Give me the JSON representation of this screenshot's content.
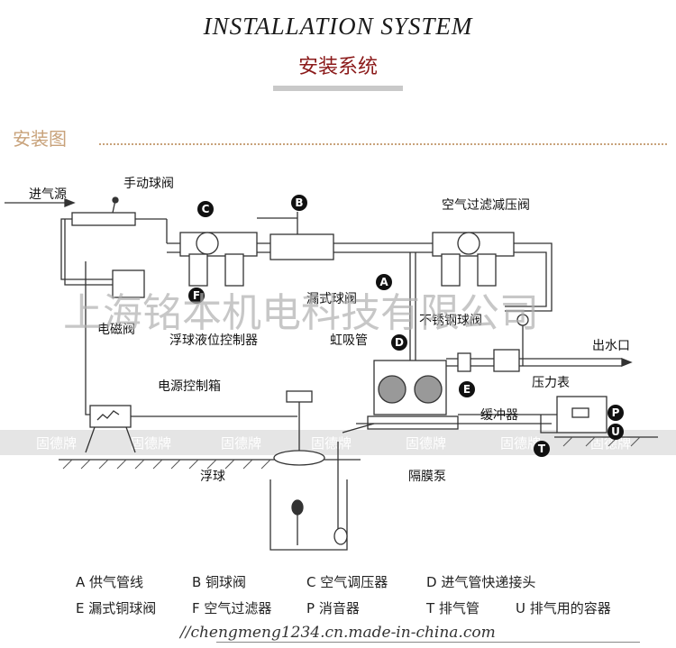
{
  "header": {
    "title_en": "INSTALLATION SYSTEM",
    "title_cn": "安装系统"
  },
  "section": {
    "title": "安装图"
  },
  "diagram": {
    "labels": {
      "inlet": "进气源",
      "manual_valve": "手动球阀",
      "air_filter_regulator": "空气过滤减压阀",
      "leak_valve": "漏式球阀",
      "solenoid_valve": "电磁阀",
      "stainless_valve": "不锈钢球阀",
      "float_controller": "浮球液位控制器",
      "siphon": "虹吸管",
      "outlet": "出水口",
      "power_box": "电源控制箱",
      "pressure_gauge": "压力表",
      "damper": "缓冲器",
      "float_ball": "浮球",
      "pump": "隔膜泵"
    },
    "markers": {
      "A": "A",
      "B": "B",
      "C": "C",
      "D": "D",
      "E": "E",
      "F": "F",
      "P": "P",
      "U": "U",
      "T": "T"
    },
    "watermark_company": "上海铭本机电科技有限公司",
    "watermark_band": [
      "固德牌",
      "固德牌",
      "固德牌",
      "固德牌",
      "固德牌",
      "固德牌",
      "固德牌"
    ]
  },
  "legend": {
    "row1": [
      "A  供气管线",
      "B  铜球阀",
      "C  空气调压器",
      "D  进气管快递接头"
    ],
    "row2": [
      "E  漏式铜球阀",
      "F  空气过滤器",
      "P  消音器",
      "T  排气管",
      "U  排气用的容器"
    ]
  },
  "footer": {
    "url": "//chengmeng1234.cn.made-in-china.com"
  }
}
